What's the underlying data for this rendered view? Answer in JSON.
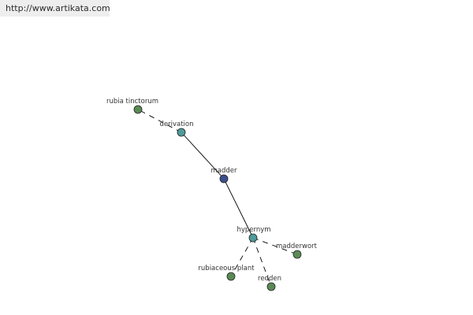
{
  "header": {
    "url_text": "http://www.artikata.com"
  },
  "colors": {
    "leaf_node": "#5b8a55",
    "relation_node": "#4f9b9b",
    "center_node": "#3c4e8e",
    "edge": "#000000",
    "label": "#333333"
  },
  "graph": {
    "nodes": [
      {
        "id": "rubia",
        "label": "rubia tinctorum",
        "kind": "leaf"
      },
      {
        "id": "derivation",
        "label": "derivation",
        "kind": "relation"
      },
      {
        "id": "madder",
        "label": "madder",
        "kind": "center"
      },
      {
        "id": "hypernym",
        "label": "hypernym",
        "kind": "relation"
      },
      {
        "id": "madderwort",
        "label": "madderwort",
        "kind": "leaf"
      },
      {
        "id": "rubiaceous",
        "label": "rubiaceous plant",
        "kind": "leaf"
      },
      {
        "id": "redden",
        "label": "redden",
        "kind": "leaf"
      }
    ],
    "edges": [
      {
        "from": "derivation",
        "to": "madder",
        "style": "solid"
      },
      {
        "from": "madder",
        "to": "hypernym",
        "style": "solid"
      },
      {
        "from": "derivation",
        "to": "rubia",
        "style": "dashed"
      },
      {
        "from": "hypernym",
        "to": "madderwort",
        "style": "dashed"
      },
      {
        "from": "hypernym",
        "to": "rubiaceous",
        "style": "dashed"
      },
      {
        "from": "hypernym",
        "to": "redden",
        "style": "dashed"
      }
    ]
  }
}
